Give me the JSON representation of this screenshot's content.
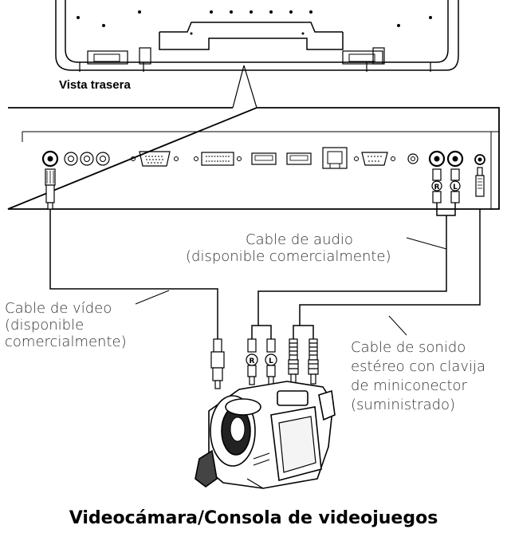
{
  "rear_view_label": "Vista trasera",
  "labels": {
    "audio_cable": [
      "Cable de audio",
      "(disponible comercialmente)"
    ],
    "video_cable": [
      "Cable de vídeo",
      "(disponible",
      "comercialmente)"
    ],
    "stereo_cable": [
      "Cable de sonido",
      "estéreo con clavija",
      "de miniconector",
      "(suministrado)"
    ]
  },
  "plug_marks": {
    "right": "R",
    "left": "L"
  },
  "device_caption": "Videocámara/Consola de videojuegos"
}
